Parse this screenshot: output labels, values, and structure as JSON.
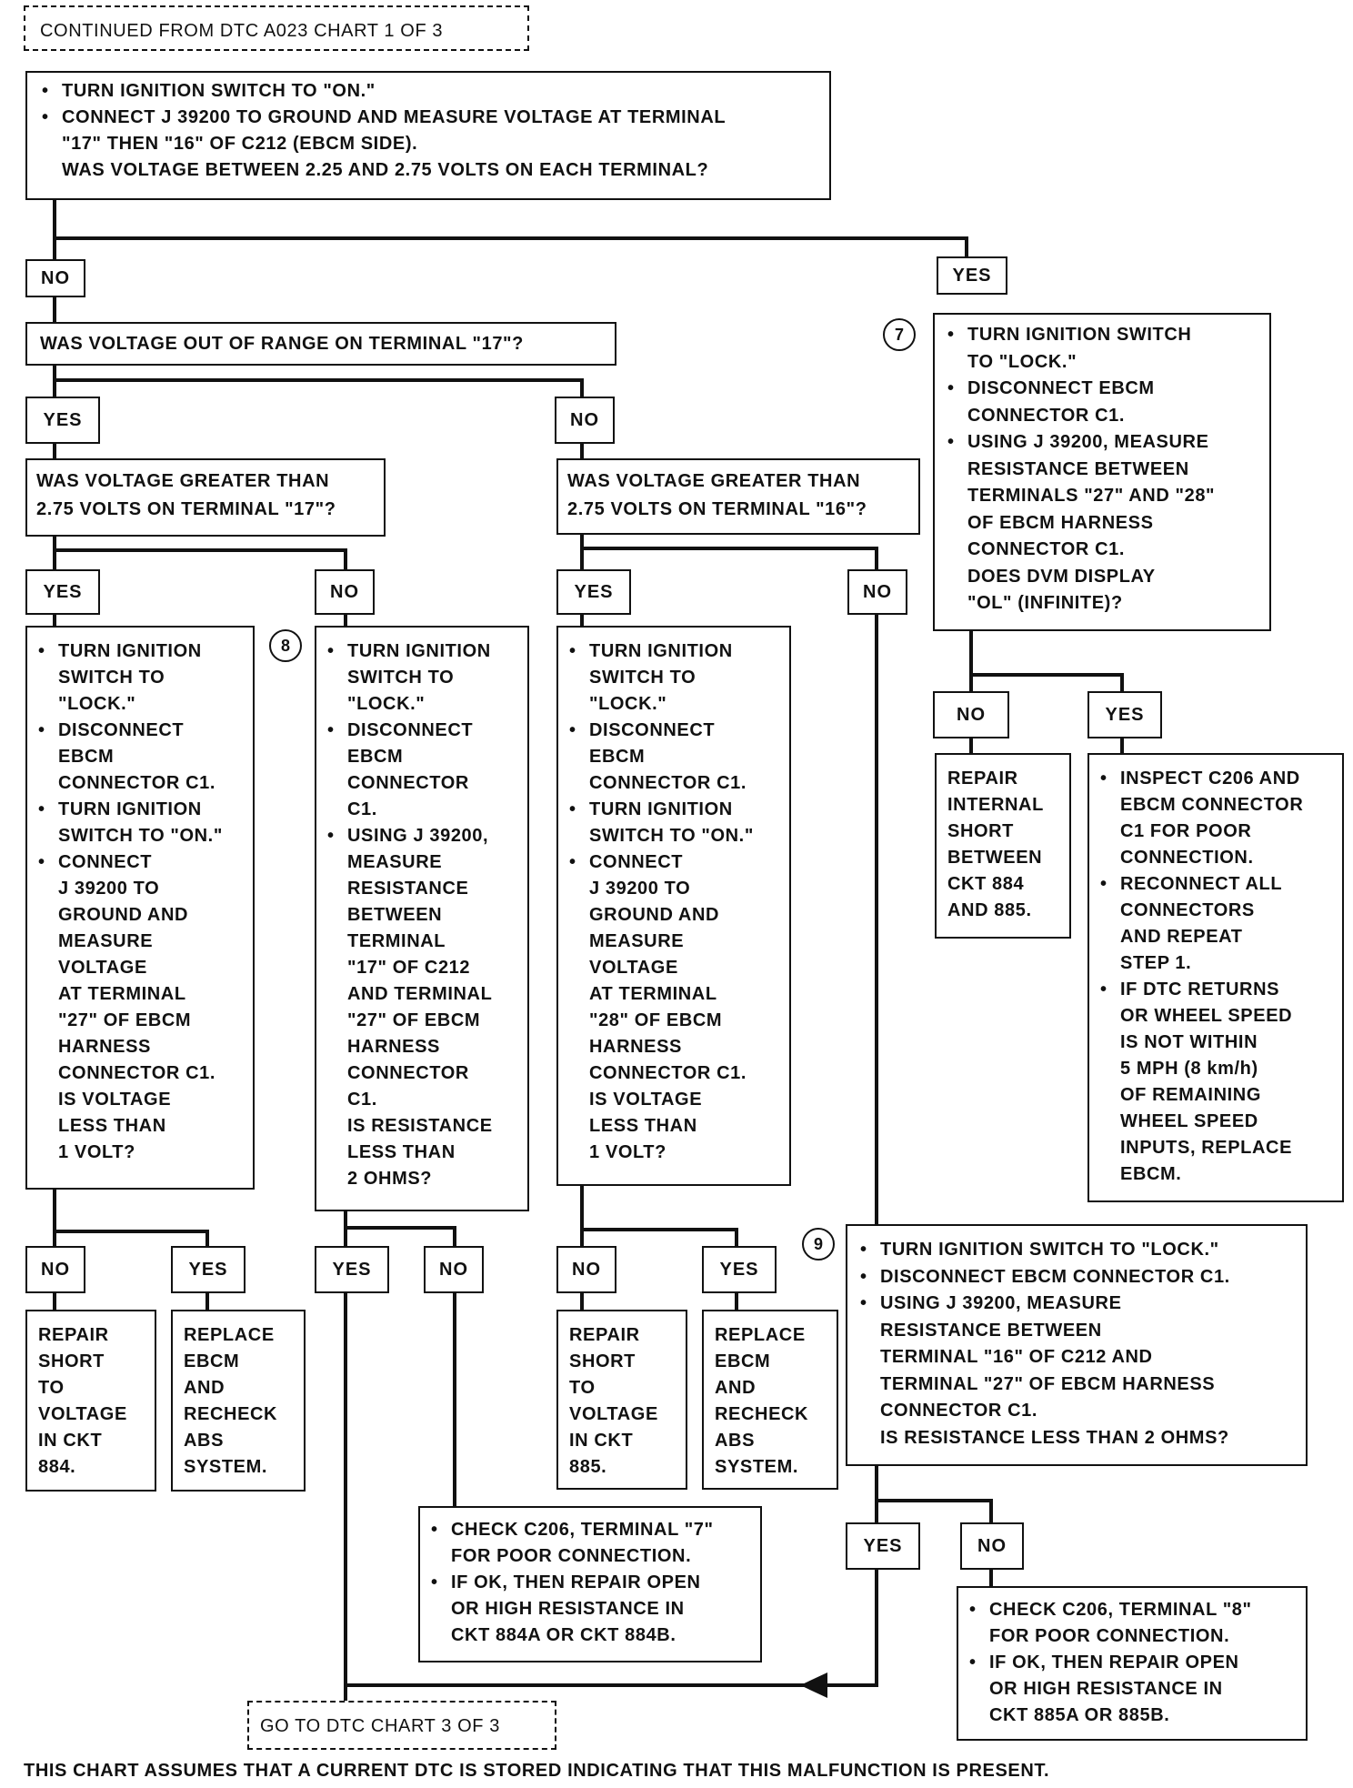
{
  "header": {
    "continued_from": "CONTINUED FROM DTC A023 CHART 1 OF 3"
  },
  "steps": {
    "s7": "7",
    "s8": "8",
    "s9": "9"
  },
  "top_box": {
    "bullets": [
      "TURN IGNITION SWITCH TO \"ON.\"",
      "CONNECT J 39200 TO GROUND AND MEASURE VOLTAGE AT TERMINAL \"17\" THEN \"16\" OF C212 (EBCM SIDE)."
    ],
    "question": "WAS VOLTAGE BETWEEN 2.25 AND 2.75 VOLTS ON EACH TERMINAL?"
  },
  "labels": {
    "yes": "YES",
    "no": "NO"
  },
  "q_terminal_17": "WAS VOLTAGE OUT OF RANGE ON TERMINAL \"17\"?",
  "q_greater_17": "WAS VOLTAGE GREATER THAN\n2.75 VOLTS ON TERMINAL \"17\"?",
  "q_greater_16": "WAS VOLTAGE GREATER THAN\n2.75 VOLTS ON TERMINAL \"16\"?",
  "box_step7": {
    "bullets": [
      "TURN IGNITION SWITCH\nTO \"LOCK.\"",
      "DISCONNECT EBCM\nCONNECTOR C1.",
      "USING J 39200, MEASURE\nRESISTANCE BETWEEN\nTERMINALS \"27\" AND \"28\"\nOF EBCM HARNESS\nCONNECTOR C1."
    ],
    "question": "DOES DVM DISPLAY\n\"OL\" (INFINITE)?"
  },
  "box_step8a": {
    "bullets": [
      "TURN IGNITION\nSWITCH TO\n\"LOCK.\"",
      "DISCONNECT\nEBCM\nCONNECTOR C1.",
      "TURN IGNITION\nSWITCH TO \"ON.\"",
      "CONNECT\nJ 39200 TO\nGROUND AND\nMEASURE\nVOLTAGE\nAT TERMINAL\n\"27\" OF EBCM\nHARNESS\nCONNECTOR C1."
    ],
    "question": "IS VOLTAGE\nLESS THAN\n1 VOLT?"
  },
  "box_step8b": {
    "bullets": [
      "TURN IGNITION\nSWITCH TO\n\"LOCK.\"",
      "DISCONNECT\nEBCM\nCONNECTOR\nC1.",
      "USING J 39200,\nMEASURE\nRESISTANCE\nBETWEEN\nTERMINAL\n\"17\" OF C212\nAND TERMINAL\n\"27\" OF EBCM\nHARNESS\nCONNECTOR\nC1."
    ],
    "question": "IS RESISTANCE\nLESS THAN\n2 OHMS?"
  },
  "box_step8c": {
    "bullets": [
      "TURN IGNITION\nSWITCH TO\n\"LOCK.\"",
      "DISCONNECT\nEBCM\nCONNECTOR C1.",
      "TURN IGNITION\nSWITCH TO \"ON.\"",
      "CONNECT\nJ 39200 TO\nGROUND AND\nMEASURE\nVOLTAGE\nAT TERMINAL\n\"28\" OF EBCM\nHARNESS\nCONNECTOR C1."
    ],
    "question": "IS VOLTAGE\nLESS THAN\n1 VOLT?"
  },
  "repair_internal": "REPAIR\nINTERNAL\nSHORT\nBETWEEN\nCKT 884\nAND 885.",
  "box_inspect": [
    "INSPECT C206 AND\nEBCM CONNECTOR\nC1 FOR POOR\nCONNECTION.",
    "RECONNECT ALL\nCONNECTORS\nAND REPEAT\nSTEP 1.",
    "IF DTC RETURNS\nOR WHEEL SPEED\nIS NOT WITHIN\n5 MPH (8 km/h)\nOF REMAINING\nWHEEL SPEED\nINPUTS, REPLACE\nEBCM."
  ],
  "repair_884": "REPAIR\nSHORT\nTO\nVOLTAGE\nIN CKT\n884.",
  "replace_1": "REPLACE\nEBCM\nAND\nRECHECK\nABS\nSYSTEM.",
  "repair_885": "REPAIR\nSHORT\nTO\nVOLTAGE\nIN CKT\n885.",
  "replace_2": "REPLACE\nEBCM\nAND\nRECHECK\nABS\nSYSTEM.",
  "box_step9": {
    "bullets": [
      "TURN IGNITION SWITCH TO \"LOCK.\"",
      "DISCONNECT EBCM CONNECTOR C1.",
      "USING J 39200, MEASURE\nRESISTANCE BETWEEN\nTERMINAL \"16\" OF C212 AND\nTERMINAL \"27\" OF EBCM HARNESS\nCONNECTOR C1."
    ],
    "question": "IS RESISTANCE LESS THAN 2 OHMS?"
  },
  "check_c206_7": [
    "CHECK C206, TERMINAL \"7\"\nFOR POOR CONNECTION.",
    "IF OK, THEN REPAIR OPEN\nOR HIGH RESISTANCE IN\nCKT 884A OR CKT 884B."
  ],
  "check_c206_8": [
    "CHECK C206, TERMINAL \"8\"\nFOR POOR CONNECTION.",
    "IF OK, THEN REPAIR OPEN\nOR HIGH RESISTANCE IN\nCKT 885A OR 885B."
  ],
  "goto": "GO TO DTC CHART 3 OF 3",
  "footer": "THIS CHART ASSUMES THAT A CURRENT DTC IS STORED INDICATING THAT THIS MALFUNCTION IS PRESENT."
}
